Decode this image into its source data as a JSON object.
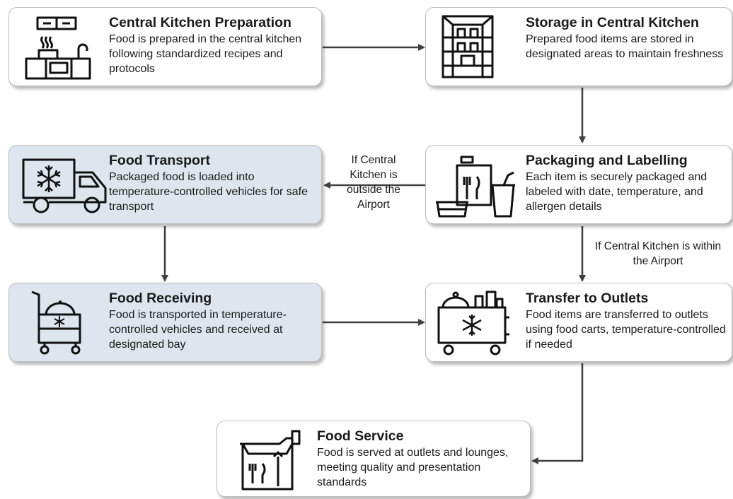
{
  "steps": {
    "prep": {
      "title": "Central Kitchen Preparation",
      "desc": "Food is prepared in the central kitchen following standardized recipes and protocols"
    },
    "storage": {
      "title": "Storage in Central Kitchen",
      "desc": "Prepared food items are stored in designated areas to maintain freshness"
    },
    "packaging": {
      "title": "Packaging and Labelling",
      "desc": "Each item is securely packaged and labeled with date, temperature, and allergen details"
    },
    "transport": {
      "title": "Food Transport",
      "desc": "Packaged food is loaded into temperature-controlled vehicles for safe transport"
    },
    "receiving": {
      "title": "Food Receiving",
      "desc": "Food is transported in temperature-controlled vehicles and received at designated bay"
    },
    "transfer": {
      "title": "Transfer to Outlets",
      "desc": "Food items are transferred to outlets using food carts, temperature-controlled if needed"
    },
    "service": {
      "title": "Food Service",
      "desc": "Food is served at outlets and lounges, meeting quality and presentation standards"
    }
  },
  "labels": {
    "outside": "If Central Kitchen is outside the Airport",
    "within": "If Central Kitchen is within the Airport"
  },
  "colors": {
    "shaded_box": "#dfe5ee",
    "arrow": "#404040",
    "icon": "#111111"
  }
}
